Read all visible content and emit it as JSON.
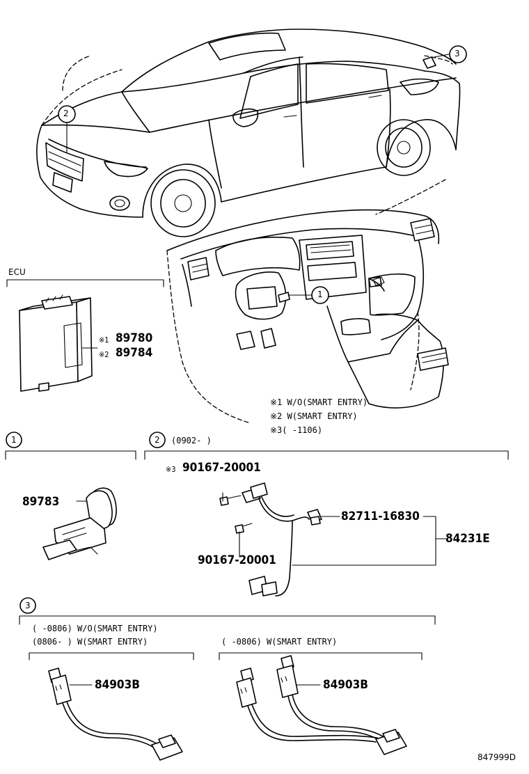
{
  "ecu": {
    "title": "ECU",
    "note1_mark": "※1",
    "part1": "89780",
    "note2_mark": "※2",
    "part2": "89784"
  },
  "callouts": [
    "1",
    "2",
    "3"
  ],
  "notes": {
    "n1": "※1 W/O(SMART ENTRY)",
    "n2": "※2 W(SMART ENTRY)",
    "n3": "※3(     -1106)"
  },
  "section1": {
    "num": "1",
    "part": "89783"
  },
  "section2": {
    "num": "2",
    "date": "(0902-     )",
    "bolt_mark": "※3",
    "bolt1": "90167-20001",
    "bolt2": "90167-20001",
    "clip": "82711-16830",
    "harness": "84231E"
  },
  "section3": {
    "num": "3",
    "line1": "(     -0806) W/O(SMART ENTRY)",
    "line2": "(0806-     ) W(SMART ENTRY)",
    "line3": "(     -0806) W(SMART ENTRY)",
    "part_left": "84903B",
    "part_right": "84903B"
  },
  "drawing_code": "847999D"
}
